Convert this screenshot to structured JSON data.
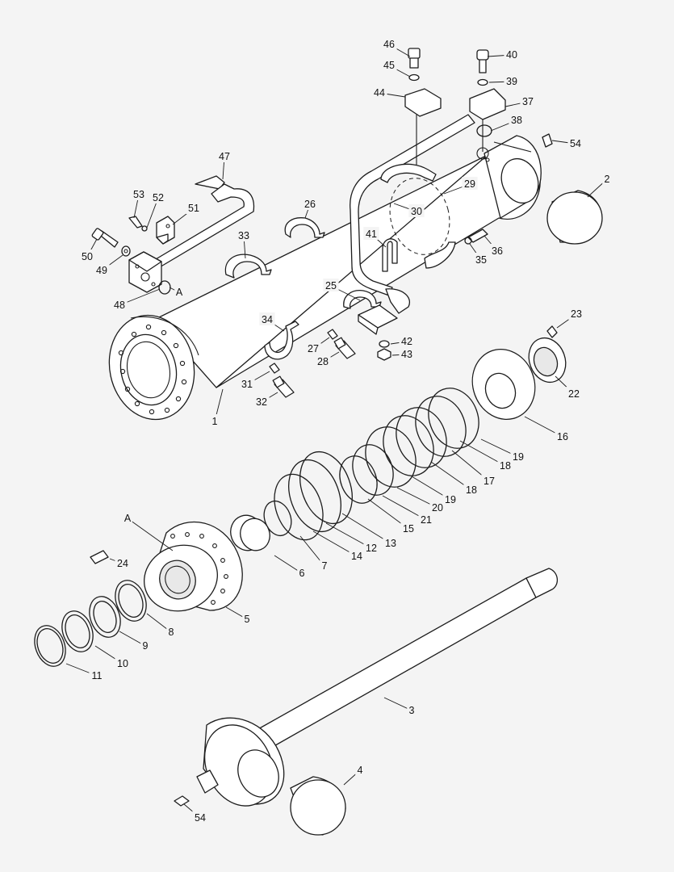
{
  "diagram": {
    "callouts": [
      {
        "id": "1",
        "text": "1"
      },
      {
        "id": "2",
        "text": "2"
      },
      {
        "id": "3",
        "text": "3"
      },
      {
        "id": "4",
        "text": "4"
      },
      {
        "id": "5",
        "text": "5"
      },
      {
        "id": "6",
        "text": "6"
      },
      {
        "id": "7",
        "text": "7"
      },
      {
        "id": "8",
        "text": "8"
      },
      {
        "id": "9",
        "text": "9"
      },
      {
        "id": "10",
        "text": "10"
      },
      {
        "id": "11",
        "text": "11"
      },
      {
        "id": "12",
        "text": "12"
      },
      {
        "id": "13",
        "text": "13"
      },
      {
        "id": "14",
        "text": "14"
      },
      {
        "id": "15",
        "text": "15"
      },
      {
        "id": "16",
        "text": "16"
      },
      {
        "id": "17",
        "text": "17"
      },
      {
        "id": "18a",
        "text": "18"
      },
      {
        "id": "18b",
        "text": "18"
      },
      {
        "id": "19a",
        "text": "19"
      },
      {
        "id": "19b",
        "text": "19"
      },
      {
        "id": "20",
        "text": "20"
      },
      {
        "id": "21",
        "text": "21"
      },
      {
        "id": "22",
        "text": "22"
      },
      {
        "id": "23",
        "text": "23"
      },
      {
        "id": "24",
        "text": "24"
      },
      {
        "id": "25",
        "text": "25"
      },
      {
        "id": "26",
        "text": "26"
      },
      {
        "id": "27",
        "text": "27"
      },
      {
        "id": "28",
        "text": "28"
      },
      {
        "id": "29",
        "text": "29"
      },
      {
        "id": "30",
        "text": "30"
      },
      {
        "id": "31",
        "text": "31"
      },
      {
        "id": "32",
        "text": "32"
      },
      {
        "id": "33",
        "text": "33"
      },
      {
        "id": "34",
        "text": "34"
      },
      {
        "id": "35",
        "text": "35"
      },
      {
        "id": "36",
        "text": "36"
      },
      {
        "id": "37",
        "text": "37"
      },
      {
        "id": "38",
        "text": "38"
      },
      {
        "id": "39",
        "text": "39"
      },
      {
        "id": "40",
        "text": "40"
      },
      {
        "id": "41",
        "text": "41"
      },
      {
        "id": "42",
        "text": "42"
      },
      {
        "id": "43",
        "text": "43"
      },
      {
        "id": "44",
        "text": "44"
      },
      {
        "id": "45",
        "text": "45"
      },
      {
        "id": "46",
        "text": "46"
      },
      {
        "id": "47",
        "text": "47"
      },
      {
        "id": "48",
        "text": "48"
      },
      {
        "id": "49",
        "text": "49"
      },
      {
        "id": "50",
        "text": "50"
      },
      {
        "id": "51",
        "text": "51"
      },
      {
        "id": "52",
        "text": "52"
      },
      {
        "id": "53",
        "text": "53"
      },
      {
        "id": "54a",
        "text": "54"
      },
      {
        "id": "54b",
        "text": "54"
      },
      {
        "id": "A1",
        "text": "A"
      },
      {
        "id": "A2",
        "text": "A"
      }
    ]
  }
}
